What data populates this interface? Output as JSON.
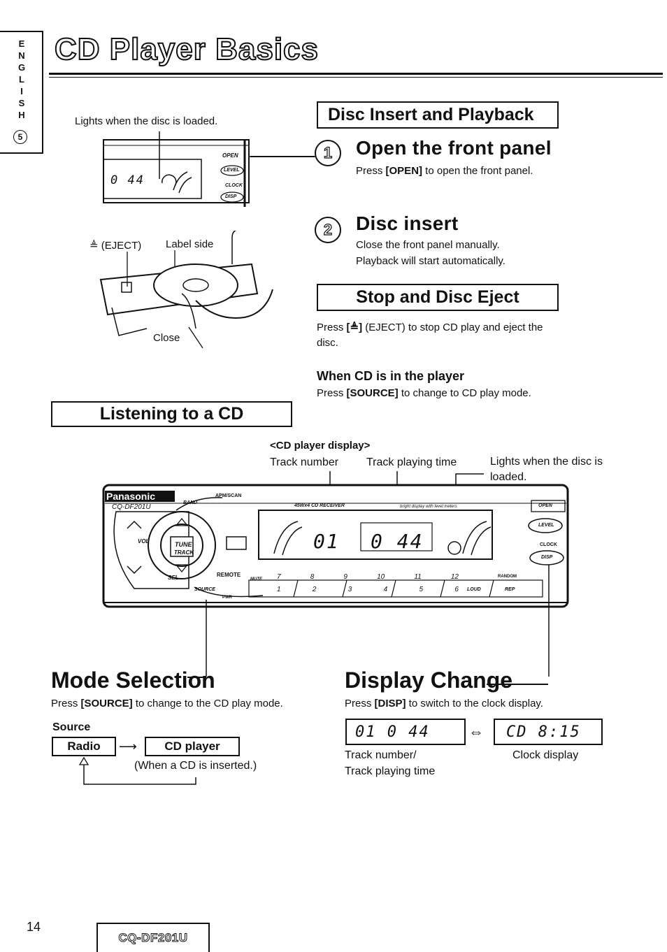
{
  "page": {
    "title": "CD Player Basics",
    "side_tab_letters": [
      "E",
      "N",
      "G",
      "L",
      "I",
      "S",
      "H"
    ],
    "side_tab_number": "5",
    "page_number": "14",
    "model_footer": "CQ-DF201U"
  },
  "top_illustration": {
    "caption": "Lights when the disc is loaded.",
    "display_text": "0 44",
    "btn_open": "OPEN",
    "btn_level": "LEVEL",
    "btn_clock": "CLOCK",
    "btn_disp": "DISP"
  },
  "insert_illustration": {
    "eject_label": "≜ (EJECT)",
    "label_side": "Label side",
    "close_label": "Close"
  },
  "disc_insert_playback": {
    "heading": "Disc Insert and Playback",
    "step1": {
      "num": "1",
      "title": "Open the front panel",
      "text_pre": "Press ",
      "key": "[OPEN]",
      "text_post": " to open the front panel."
    },
    "step2": {
      "num": "2",
      "title": "Disc insert",
      "line1": "Close the front panel manually.",
      "line2": "Playback will start automatically."
    }
  },
  "stop_eject": {
    "heading": "Stop and Disc Eject",
    "text_pre": "Press ",
    "key": "[≜]",
    "text_post": " (EJECT) to stop CD play and eject the",
    "text_line2": "disc.",
    "sub_heading": "When CD is in the player",
    "sub_text_pre": "Press ",
    "sub_key": "[SOURCE]",
    "sub_text_post": " to change to CD play mode."
  },
  "listening": {
    "heading": "Listening to a CD"
  },
  "cd_display": {
    "title": "<CD player display>",
    "label_track_number": "Track number",
    "label_track_time": "Track playing time",
    "label_lights_1": "Lights when the disc is",
    "label_lights_2": "loaded."
  },
  "front_panel": {
    "brand": "Panasonic",
    "model": "CQ-DF201U",
    "receiver": "45Wx4 CD RECEIVER",
    "display_note": "bright display with level meters",
    "band": "BAND",
    "apm": "APM/SCAN",
    "vol": "VOL",
    "tune": "TUNE",
    "track": "TRACK",
    "sel": "SEL",
    "source": "SOURCE",
    "pwr": "PWR",
    "remote": "REMOTE",
    "mute": "MUTE",
    "random": "RANDOM",
    "loud": "LOUD",
    "rep": "REP",
    "open": "OPEN",
    "level": "LEVEL",
    "clock": "CLOCK",
    "disp": "DISP",
    "display_track": "01",
    "display_time": "0 44",
    "presets_top": [
      "7",
      "8",
      "9",
      "10",
      "11",
      "12"
    ],
    "presets_bottom": [
      "1",
      "2",
      "3",
      "4",
      "5",
      "6"
    ]
  },
  "mode_selection": {
    "heading": "Mode Selection",
    "text_pre": "Press ",
    "key": "[SOURCE]",
    "text_post": " to change to the CD play mode.",
    "source_label": "Source",
    "radio": "Radio",
    "cd_player": "CD player",
    "note": "(When a CD is inserted.)"
  },
  "display_change": {
    "heading": "Display Change",
    "text_pre": "Press ",
    "key": "[DISP]",
    "text_post": " to switch to the clock display.",
    "track_display": "01  0 44",
    "clock_display": "CD  8:15",
    "arrow": "⇔",
    "label_left_1": "Track number/",
    "label_left_2": "Track playing time",
    "label_right": "Clock display"
  }
}
